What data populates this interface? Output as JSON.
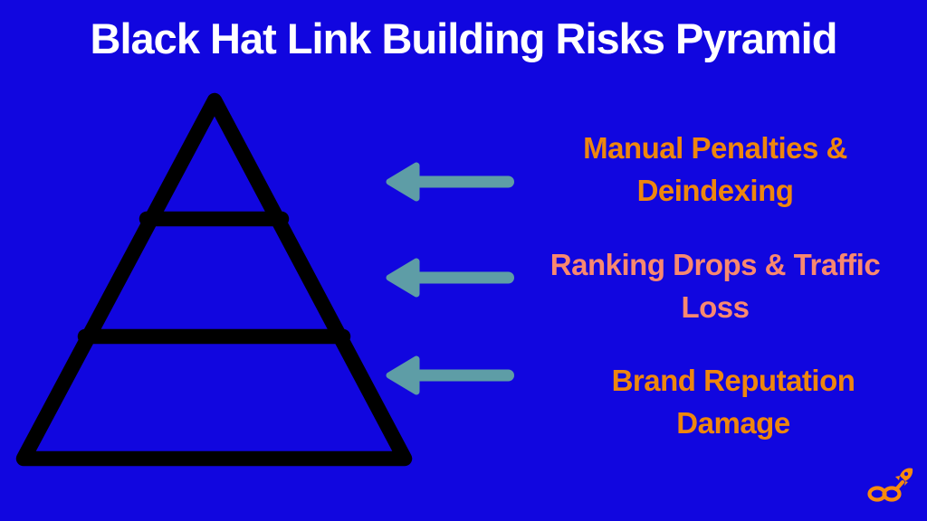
{
  "title": "Black Hat Link Building Risks Pyramid",
  "colors": {
    "background": "#1106DF",
    "title_text": "#FFFFFF",
    "pyramid_outline": "#000000",
    "arrow": "#5E9DA6",
    "label_orange": "#EE860D",
    "label_salmon": "#F9886F",
    "logo_orange": "#F78A0D"
  },
  "pyramid": {
    "tier_count": 3,
    "tiers": [
      "top",
      "middle",
      "bottom"
    ]
  },
  "risks": [
    {
      "tier": "top",
      "line1": "Manual Penalties &",
      "line2": "Deindexing",
      "color": "#EE860D",
      "arrow_icon": "left-arrow-icon"
    },
    {
      "tier": "middle",
      "line1": "Ranking Drops & Traffic",
      "line2": "Loss",
      "color": "#F9886F",
      "arrow_icon": "left-arrow-icon"
    },
    {
      "tier": "bottom",
      "line1": "Brand Reputation",
      "line2": "Damage",
      "color": "#EE860D",
      "arrow_icon": "left-arrow-icon"
    }
  ],
  "logo": {
    "icon": "infinity-rocket-icon"
  }
}
